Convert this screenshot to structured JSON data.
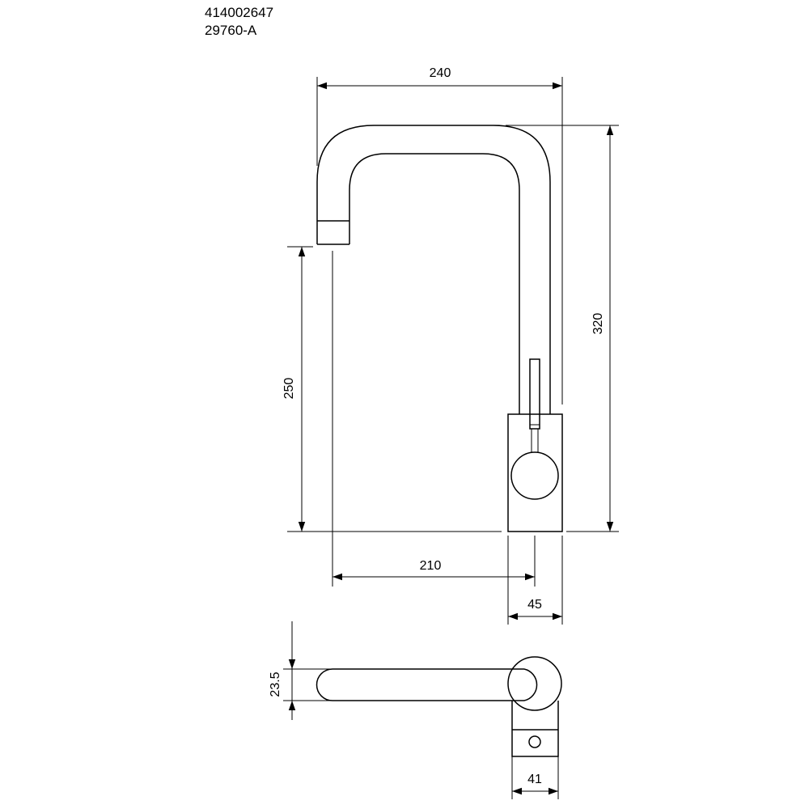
{
  "title_block": {
    "article_number": "414002647",
    "drawing_number": "29760-A"
  },
  "dimensions": {
    "spout_reach_total": "240",
    "total_height": "320",
    "spout_clearance_height": "250",
    "spout_reach": "210",
    "base_width_front": "45",
    "spout_diameter": "23.5",
    "base_width_top": "41"
  }
}
